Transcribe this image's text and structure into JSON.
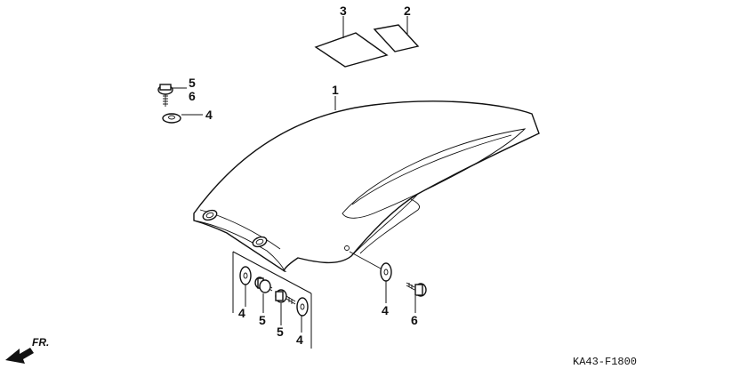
{
  "callouts": {
    "fender": "1",
    "sticker_small": "2",
    "sticker_large": "3",
    "bolt_top_a": "5",
    "bolt_top_b": "6",
    "washer_top": "4",
    "washer_left": "4",
    "bolt_left": "5",
    "bolt_mid": "5",
    "washer_mid": "4",
    "washer_right": "4",
    "bolt_right": "6"
  },
  "diagram_code": "KA43-F1800",
  "front_indicator": "FR."
}
